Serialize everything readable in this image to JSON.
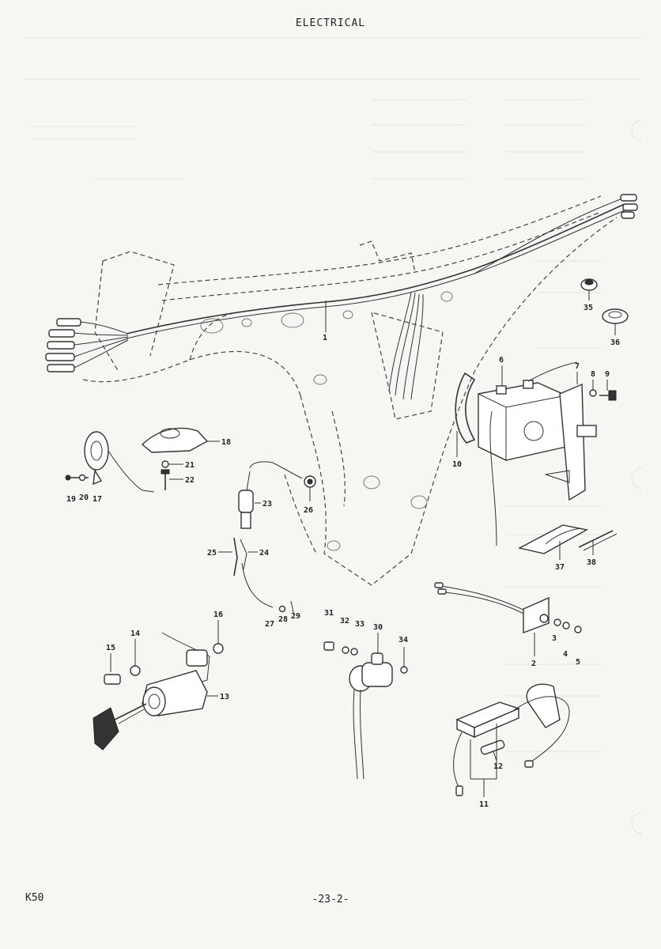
{
  "header": {
    "title": "ELECTRICAL"
  },
  "footer": {
    "model": "K50",
    "page": "-23-2-"
  },
  "callouts": {
    "c1": "1",
    "c2": "2",
    "c3": "3",
    "c4": "4",
    "c5": "5",
    "c6": "6",
    "c7": "7",
    "c8": "8",
    "c9": "9",
    "c10": "10",
    "c11": "11",
    "c12": "12",
    "c13": "13",
    "c14": "14",
    "c15": "15",
    "c16": "16",
    "c17": "17",
    "c18": "18",
    "c19": "19",
    "c20": "20",
    "c21": "21",
    "c22": "22",
    "c23": "23",
    "c24": "24",
    "c25": "25",
    "c26": "26",
    "c27": "27",
    "c28": "28",
    "c29": "29",
    "c30": "30",
    "c31": "31",
    "c32": "32",
    "c33": "33",
    "c34": "34",
    "c35": "35",
    "c36": "36",
    "c37": "37",
    "c38": "38"
  }
}
